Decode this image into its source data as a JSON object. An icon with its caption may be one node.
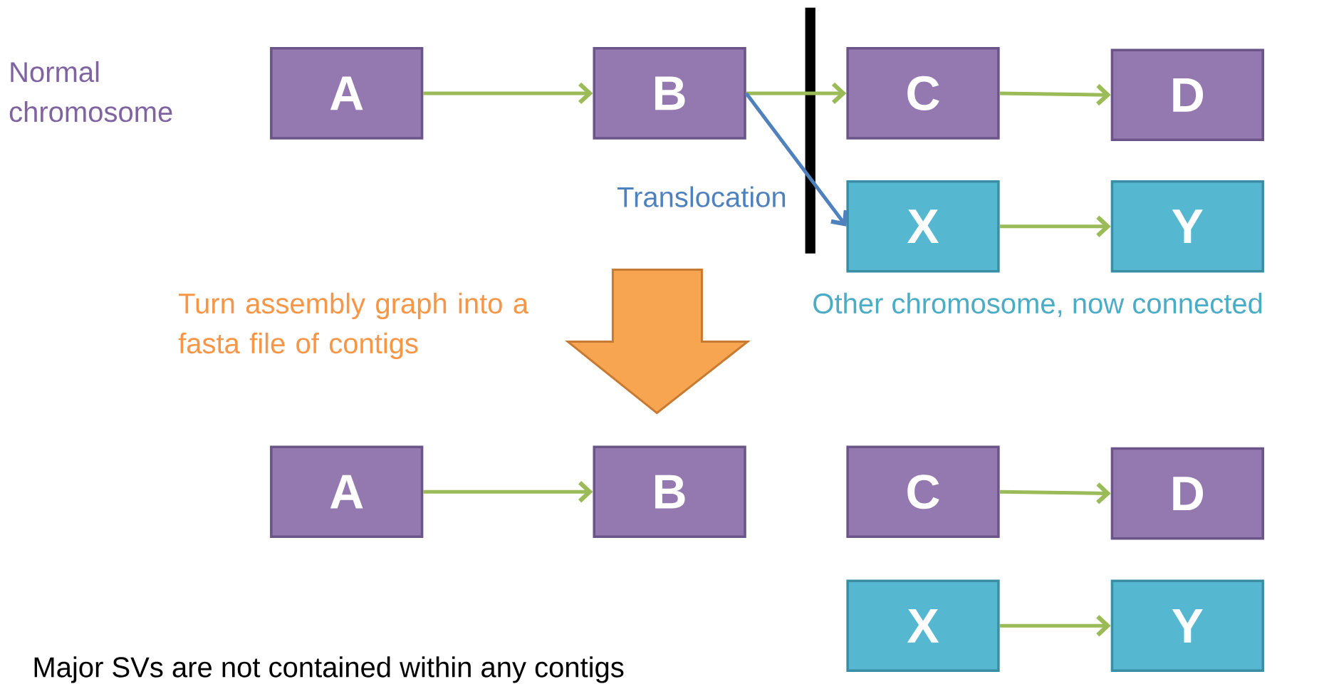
{
  "diagram": {
    "nodes": [
      {
        "text": [
          "A"
        ]
      },
      {
        "text": [
          "B"
        ]
      },
      {
        "text": [
          "C"
        ]
      },
      {
        "text": [
          "D"
        ]
      },
      {
        "text": [
          "X"
        ]
      },
      {
        "text": [
          "Y"
        ]
      },
      {
        "text": [
          "A"
        ]
      },
      {
        "text": [
          "B"
        ]
      },
      {
        "text": [
          "C"
        ]
      },
      {
        "text": [
          "D"
        ]
      },
      {
        "text": [
          "X"
        ]
      },
      {
        "text": [
          "Y"
        ]
      },
      {
        "text": [],
        "shape": "bar"
      }
    ],
    "edges": [
      {
        "from": 0,
        "to": 1,
        "arrow": "to"
      },
      {
        "from": 1,
        "to": 2,
        "arrow": "to"
      },
      {
        "from": 2,
        "to": 3,
        "arrow": "to"
      },
      {
        "from": 1,
        "to": 4,
        "arrow": "to",
        "label": "Translocation",
        "color": "#4f81bd"
      },
      {
        "from": 4,
        "to": 5,
        "arrow": "to"
      },
      {
        "from": 6,
        "to": 7,
        "arrow": "to"
      },
      {
        "from": 8,
        "to": 9,
        "arrow": "to"
      },
      {
        "from": 10,
        "to": 11,
        "arrow": "to"
      }
    ],
    "labels": [
      "Normal chromosome",
      "Turn assembly graph into a fasta file of contigs",
      "Other chromosome, now connected",
      "Major SVs are not contained within any contigs"
    ]
  }
}
